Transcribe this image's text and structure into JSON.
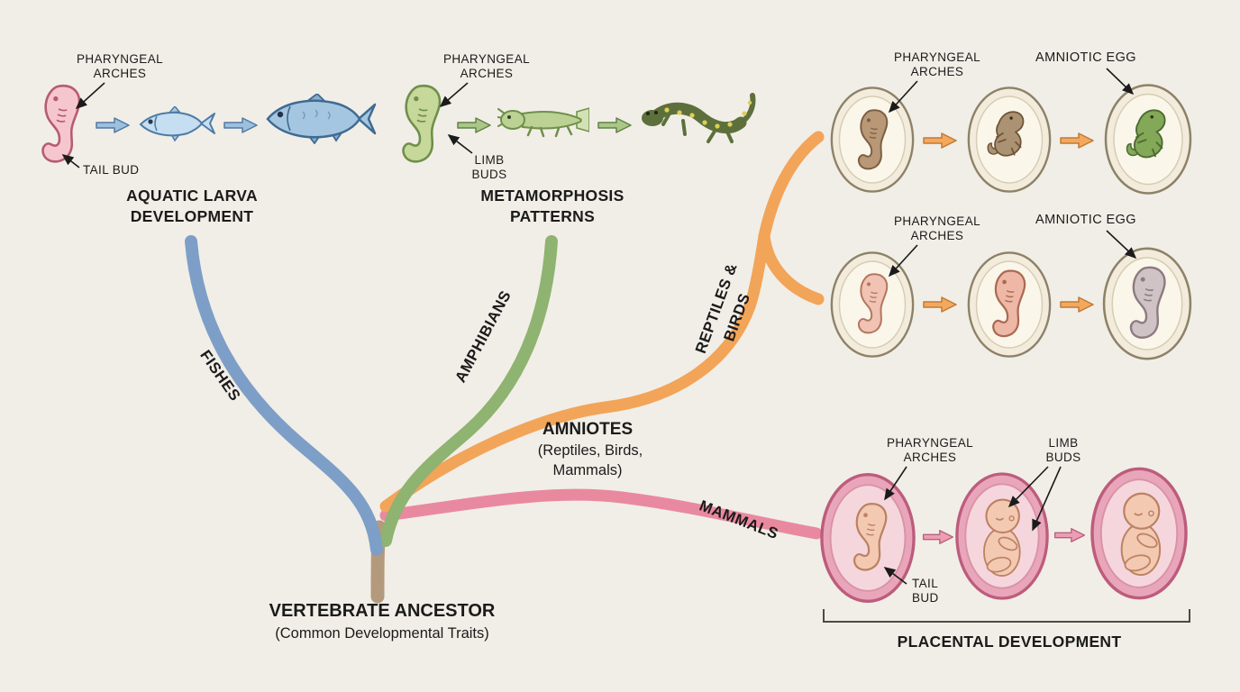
{
  "colors": {
    "background": "#f1eee7",
    "fishes_branch": "#7d9fc7",
    "amphibians_branch": "#8fb370",
    "amniotes_branch": "#f2a458",
    "mammals_branch": "#e9899f",
    "trunk": "#b49a7c",
    "annotation": "#1b1b1b",
    "egg_shell": "#f3ecdc",
    "placenta_outer": "#e9a6bb"
  },
  "tree": {
    "branch_fishes": "FISHES",
    "branch_amphibians": "AMPHIBIANS",
    "branch_reptiles_line1": "REPTILES &",
    "branch_reptiles_line2": "BIRDS",
    "branch_mammals": "MAMMALS",
    "amniotes_title": "AMNIOTES",
    "amniotes_sub1": "(Reptiles, Birds,",
    "amniotes_sub2": "Mammals)",
    "root_title": "VERTEBRATE ANCESTOR",
    "root_subtitle": "(Common Developmental Traits)"
  },
  "aquatic": {
    "pharyngeal1": "PHARYNGEAL",
    "pharyngeal2": "ARCHES",
    "tailbud": "TAIL BUD",
    "title1": "AQUATIC LARVA",
    "title2": "DEVELOPMENT"
  },
  "metamorphosis": {
    "pharyngeal1": "PHARYNGEAL",
    "pharyngeal2": "ARCHES",
    "limb1": "LIMB",
    "limb2": "BUDS",
    "title1": "METAMORPHOSIS",
    "title2": "PATTERNS"
  },
  "reptile_eggs": {
    "pharyngeal1": "PHARYNGEAL",
    "pharyngeal2": "ARCHES",
    "amniotic": "AMNIOTIC EGG"
  },
  "bird_eggs": {
    "pharyngeal1": "PHARYNGEAL",
    "pharyngeal2": "ARCHES",
    "amniotic": "AMNIOTIC EGG"
  },
  "placental": {
    "pharyngeal1": "PHARYNGEAL",
    "pharyngeal2": "ARCHES",
    "limb1": "LIMB",
    "limb2": "BUDS",
    "tail1": "TAIL",
    "tail2": "BUD",
    "title": "PLACENTAL DEVELOPMENT"
  }
}
